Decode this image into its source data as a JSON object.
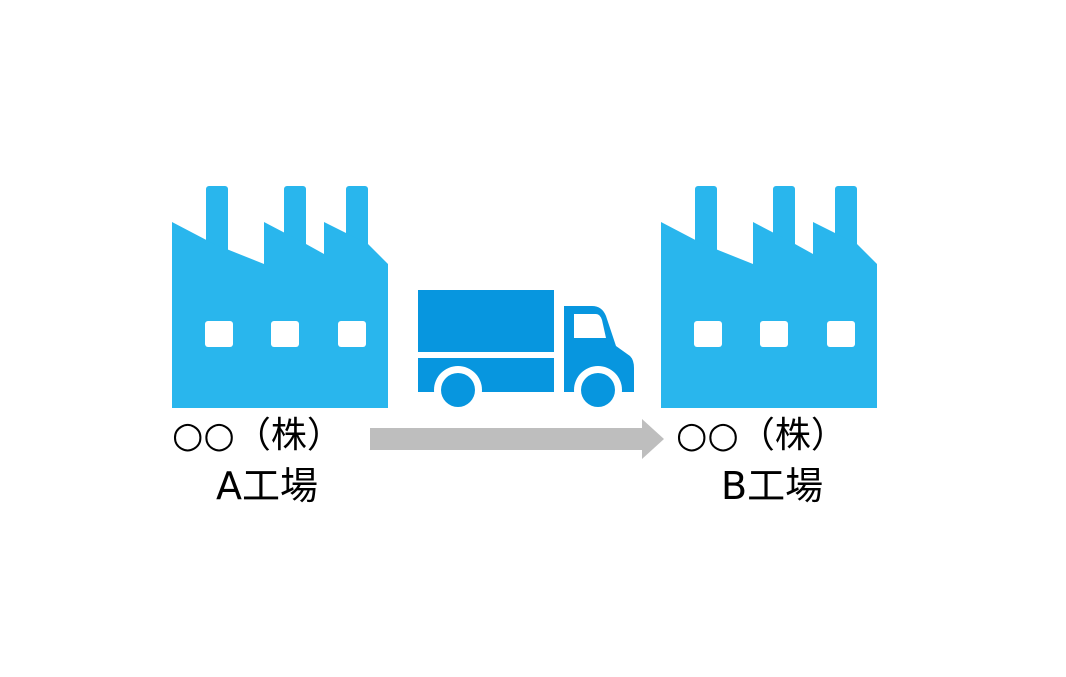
{
  "colors": {
    "factory": "#29B6ED",
    "truck": "#0796DF",
    "arrow": "#BEBEBE",
    "window": "#FFFFFF",
    "text": "#000000"
  },
  "icons": {
    "factory_a": "factory-icon",
    "truck": "truck-icon",
    "arrow": "arrow-right-icon",
    "factory_b": "factory-icon"
  },
  "source": {
    "company": "○○（株）",
    "plant": "A工場"
  },
  "destination": {
    "company": "○○（株）",
    "plant": "B工場"
  }
}
